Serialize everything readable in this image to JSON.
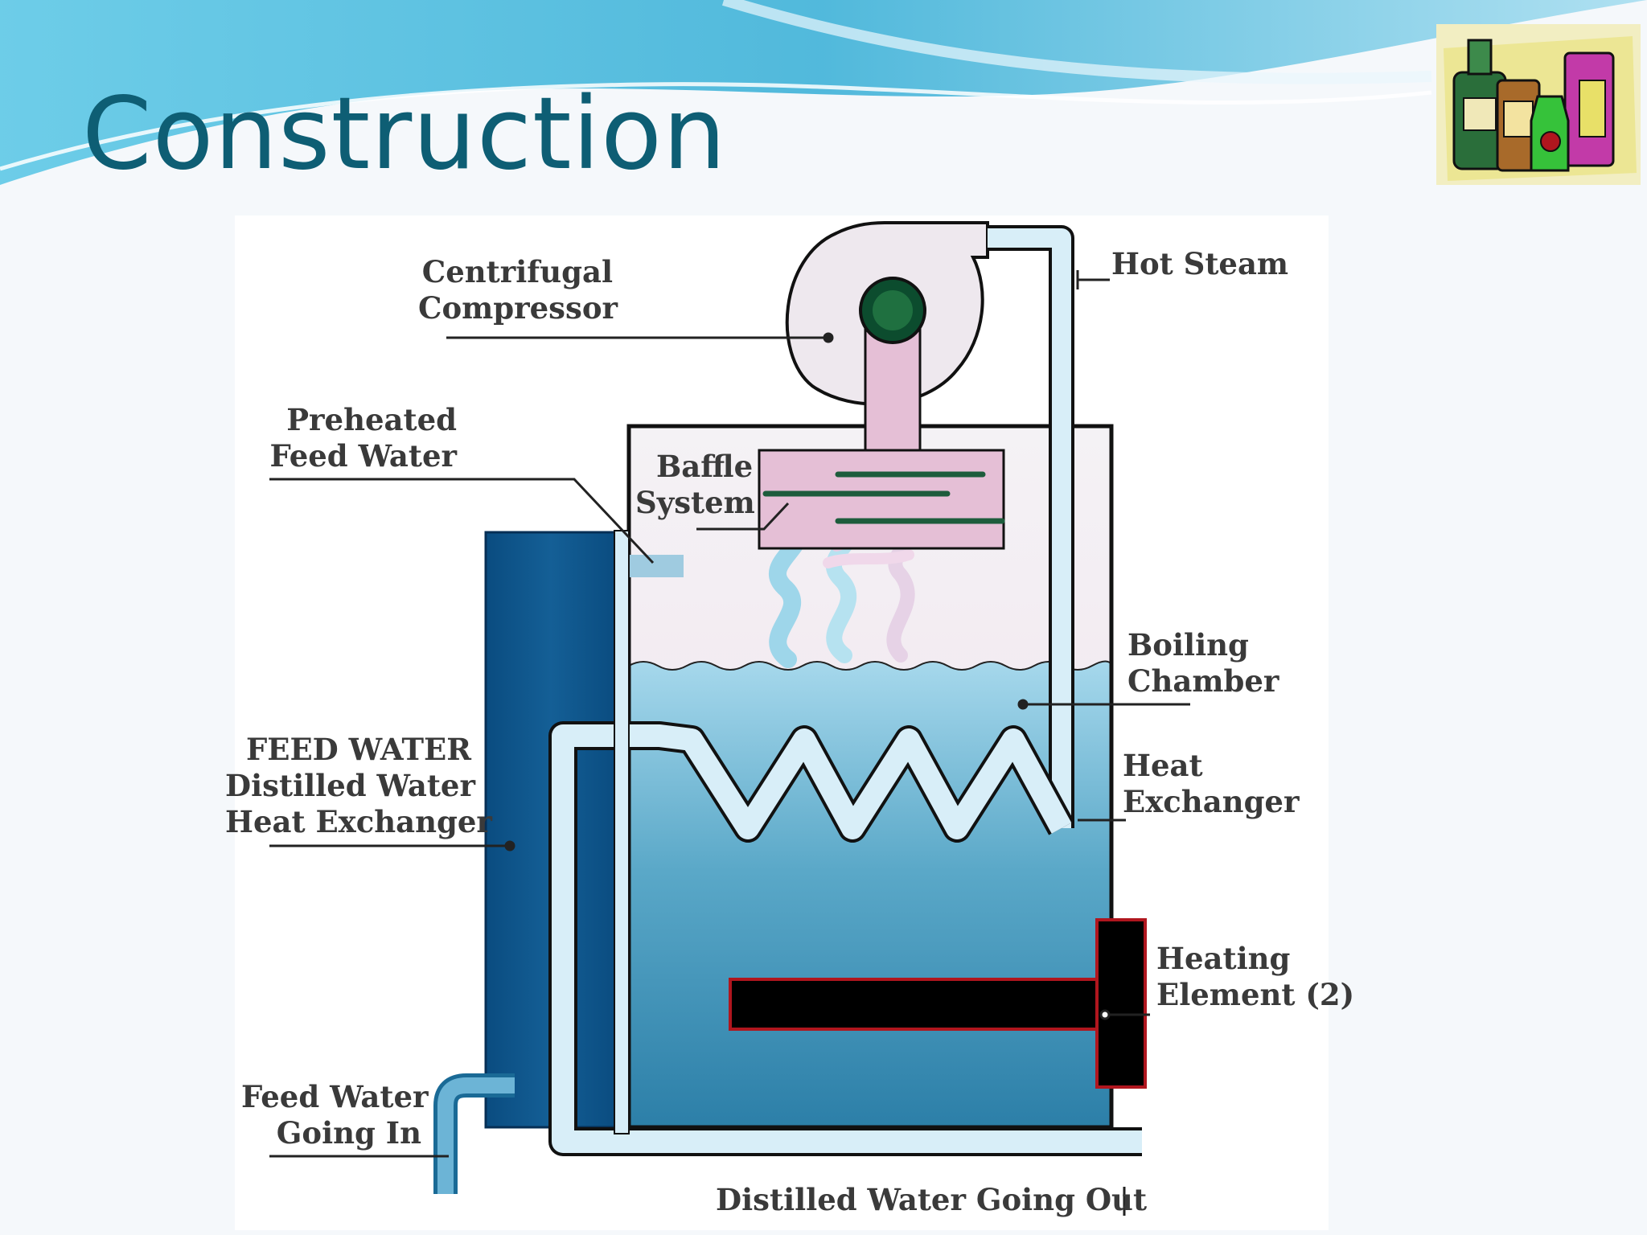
{
  "slide": {
    "title": "Construction",
    "clipart_icon": "chemical-bottles-icon"
  },
  "diagram": {
    "labels": {
      "compressor_1": "Centrifugal",
      "compressor_2": "Compressor",
      "hot_steam": "Hot Steam",
      "preheated_1": "Preheated",
      "preheated_2": "Feed Water",
      "baffle_1": "Baffle",
      "baffle_2": "System",
      "boiling_1": "Boiling",
      "boiling_2": "Chamber",
      "hx_1": "Heat",
      "hx_2": "Exchanger",
      "feed_hx_1": "FEED WATER",
      "feed_hx_2": "Distilled Water",
      "feed_hx_3": "Heat Exchanger",
      "heating_1": "Heating",
      "heating_2": "Element (2)",
      "feed_in_1": "Feed Water",
      "feed_in_2": "Going In",
      "distilled_out": "Distilled Water Going Out"
    },
    "colors": {
      "title": "#0e5e74",
      "water": "#5aa8c8",
      "feed_exchanger": "#0b5288",
      "baffle": "#e5bfd6",
      "baffle_plates": "#1d5c3c",
      "heating_element": "#000000",
      "heating_outline": "#b0161e",
      "pipe": "#d8eef8"
    }
  }
}
